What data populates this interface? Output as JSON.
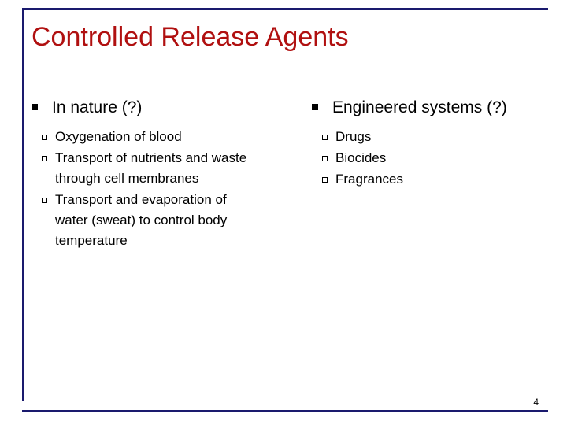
{
  "slide": {
    "title": "Controlled Release Agents",
    "page_number": "4",
    "accent_color": "#1a1a6e",
    "title_color": "#b01010",
    "columns": [
      {
        "heading": "In nature (?)",
        "bullet_icon": "filled-square-bullet",
        "items": [
          "Oxygenation of blood",
          "Transport of nutrients and waste through cell membranes",
          "Transport and evaporation of water (sweat) to control body temperature"
        ]
      },
      {
        "heading": "Engineered systems (?)",
        "bullet_icon": "filled-square-bullet",
        "items": [
          "Drugs",
          "Biocides",
          "Fragrances"
        ]
      }
    ]
  }
}
